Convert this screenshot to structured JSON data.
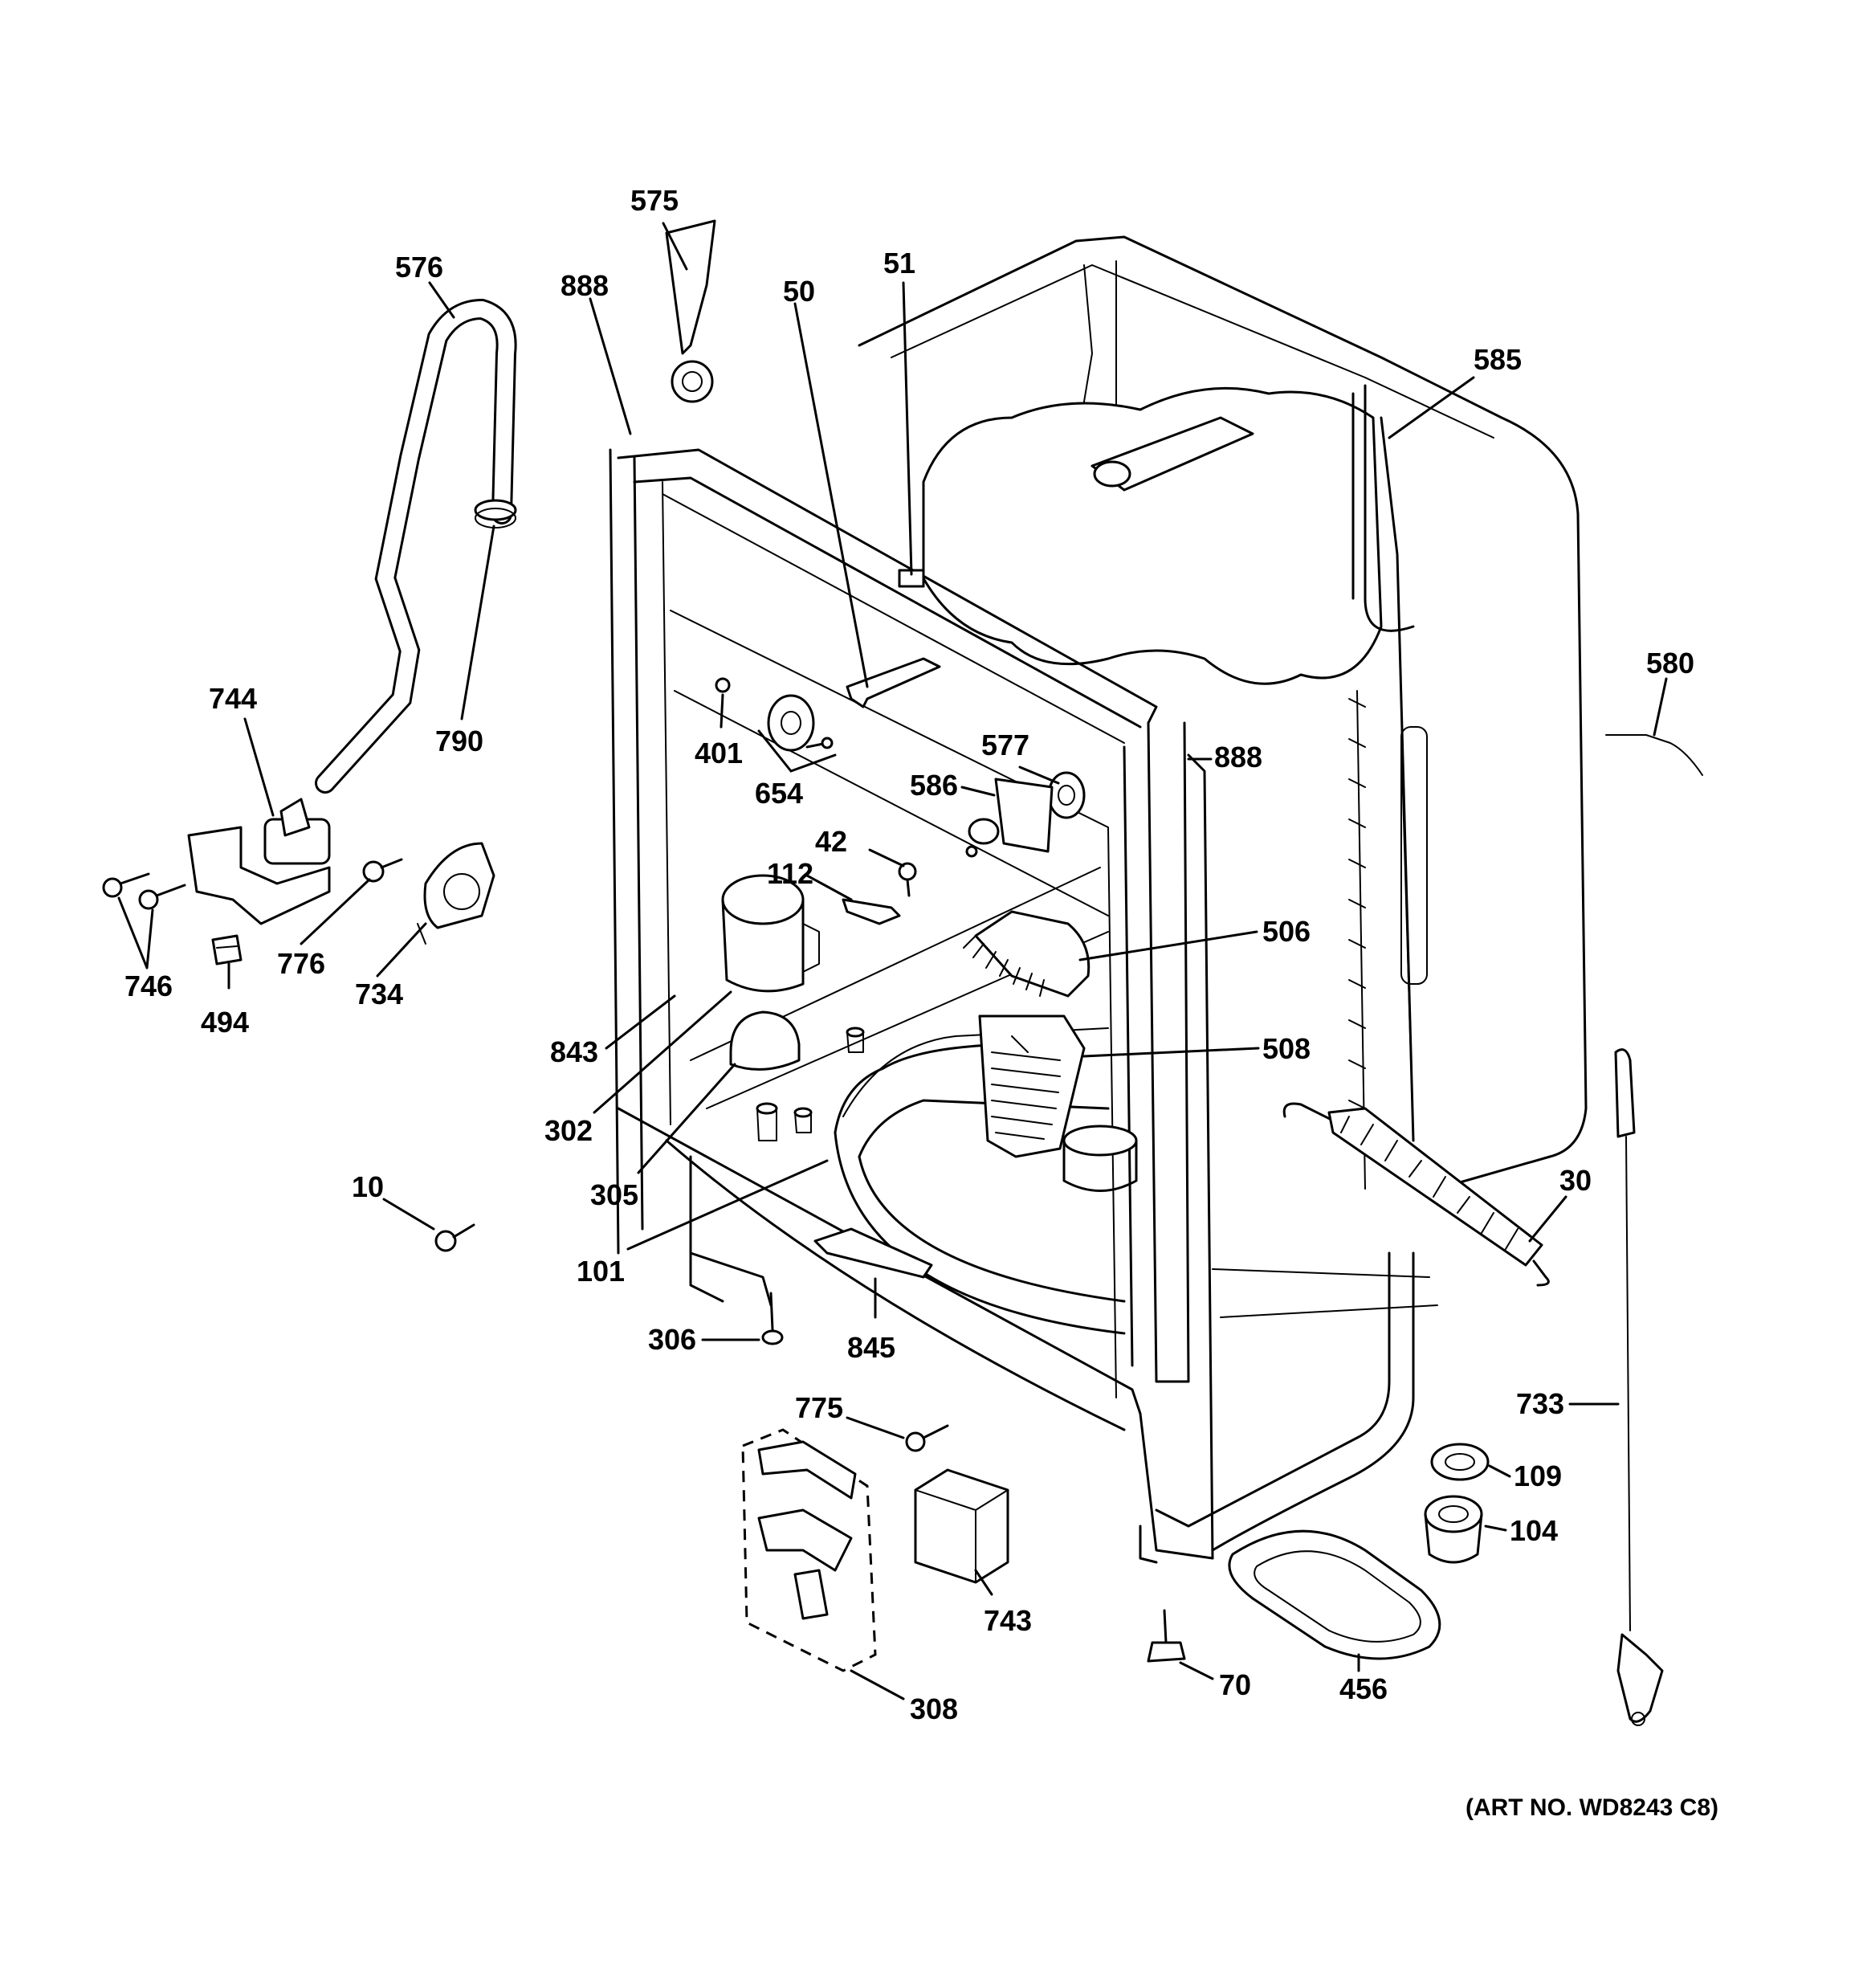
{
  "diagram": {
    "art_number": "(ART NO. WD8243 C8)",
    "parts": [
      {
        "key": "p575",
        "label": "575"
      },
      {
        "key": "p576",
        "label": "576"
      },
      {
        "key": "p888a",
        "label": "888"
      },
      {
        "key": "p50",
        "label": "50"
      },
      {
        "key": "p51",
        "label": "51"
      },
      {
        "key": "p585",
        "label": "585"
      },
      {
        "key": "p580",
        "label": "580"
      },
      {
        "key": "p744",
        "label": "744"
      },
      {
        "key": "p790",
        "label": "790"
      },
      {
        "key": "p401",
        "label": "401"
      },
      {
        "key": "p654",
        "label": "654"
      },
      {
        "key": "p577",
        "label": "577"
      },
      {
        "key": "p888b",
        "label": "888"
      },
      {
        "key": "p586",
        "label": "586"
      },
      {
        "key": "p42",
        "label": "42"
      },
      {
        "key": "p112",
        "label": "112"
      },
      {
        "key": "p746",
        "label": "746"
      },
      {
        "key": "p776",
        "label": "776"
      },
      {
        "key": "p734",
        "label": "734"
      },
      {
        "key": "p494",
        "label": "494"
      },
      {
        "key": "p506",
        "label": "506"
      },
      {
        "key": "p843",
        "label": "843"
      },
      {
        "key": "p508",
        "label": "508"
      },
      {
        "key": "p302",
        "label": "302"
      },
      {
        "key": "p305",
        "label": "305"
      },
      {
        "key": "p10",
        "label": "10"
      },
      {
        "key": "p30",
        "label": "30"
      },
      {
        "key": "p101",
        "label": "101"
      },
      {
        "key": "p306",
        "label": "306"
      },
      {
        "key": "p845",
        "label": "845"
      },
      {
        "key": "p733",
        "label": "733"
      },
      {
        "key": "p775",
        "label": "775"
      },
      {
        "key": "p109",
        "label": "109"
      },
      {
        "key": "p104",
        "label": "104"
      },
      {
        "key": "p743",
        "label": "743"
      },
      {
        "key": "p70",
        "label": "70"
      },
      {
        "key": "p456",
        "label": "456"
      },
      {
        "key": "p308",
        "label": "308"
      }
    ]
  }
}
